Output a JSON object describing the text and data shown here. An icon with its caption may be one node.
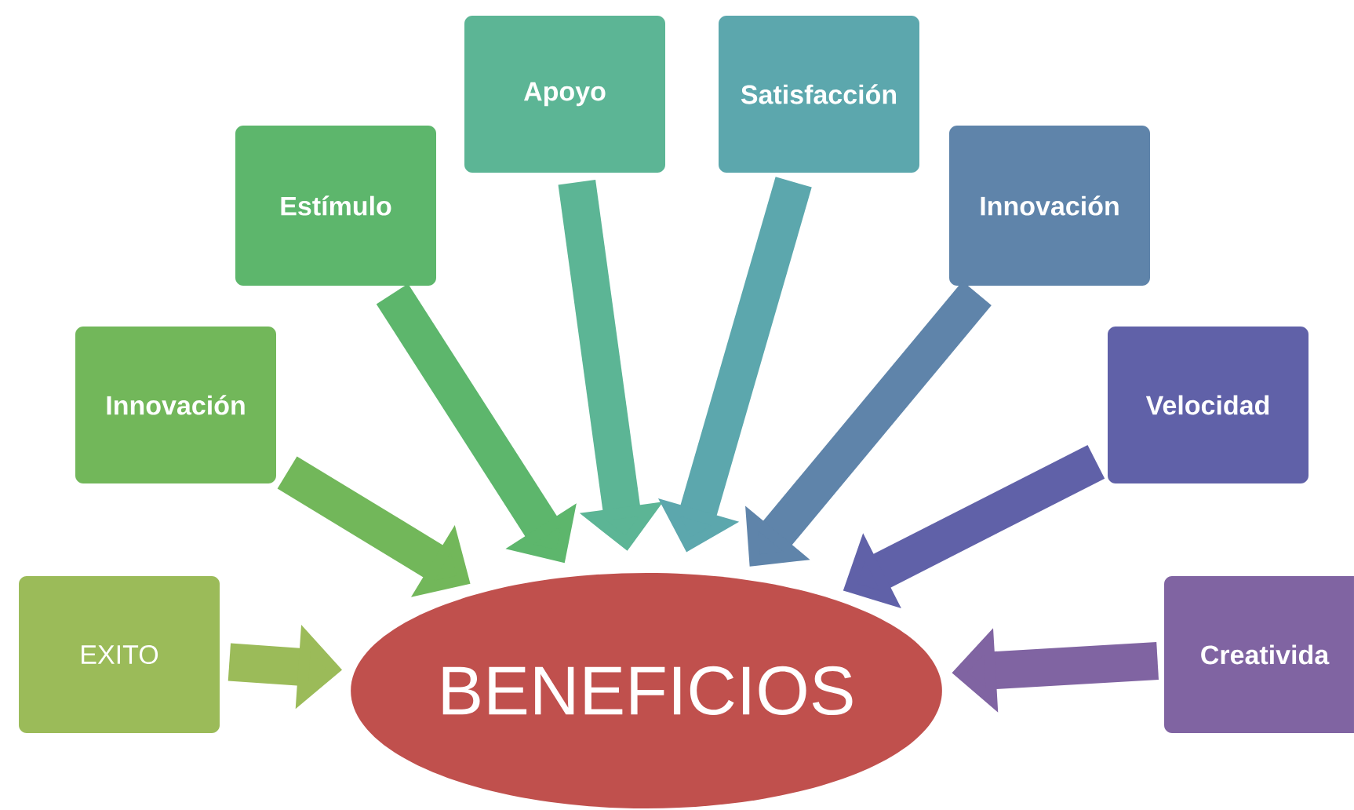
{
  "diagram": {
    "nodes": [
      {
        "text": [
          "BENEFICIOS"
        ]
      },
      {
        "text": [
          "EXITO"
        ]
      },
      {
        "text": [
          "Innovación"
        ]
      },
      {
        "text": [
          "Estímulo"
        ]
      },
      {
        "text": [
          "Apoyo"
        ]
      },
      {
        "text": [
          "Satisfacción"
        ]
      },
      {
        "text": [
          "Innovación"
        ]
      },
      {
        "text": [
          "Velocidad"
        ]
      },
      {
        "text": [
          "Creativida"
        ]
      }
    ],
    "edges": [
      {
        "from": 1,
        "to": 0,
        "arrow": "to",
        "color": "#9bbb59"
      },
      {
        "from": 2,
        "to": 0,
        "arrow": "to",
        "color": "#72b75a"
      },
      {
        "from": 3,
        "to": 0,
        "arrow": "to",
        "color": "#5db66c"
      },
      {
        "from": 4,
        "to": 0,
        "arrow": "to",
        "color": "#5cb595"
      },
      {
        "from": 5,
        "to": 0,
        "arrow": "to",
        "color": "#5ca7ad"
      },
      {
        "from": 6,
        "to": 0,
        "arrow": "to",
        "color": "#5f84aa"
      },
      {
        "from": 7,
        "to": 0,
        "arrow": "to",
        "color": "#6061a8"
      },
      {
        "from": 8,
        "to": 0,
        "arrow": "to",
        "color": "#8064a2"
      }
    ]
  }
}
